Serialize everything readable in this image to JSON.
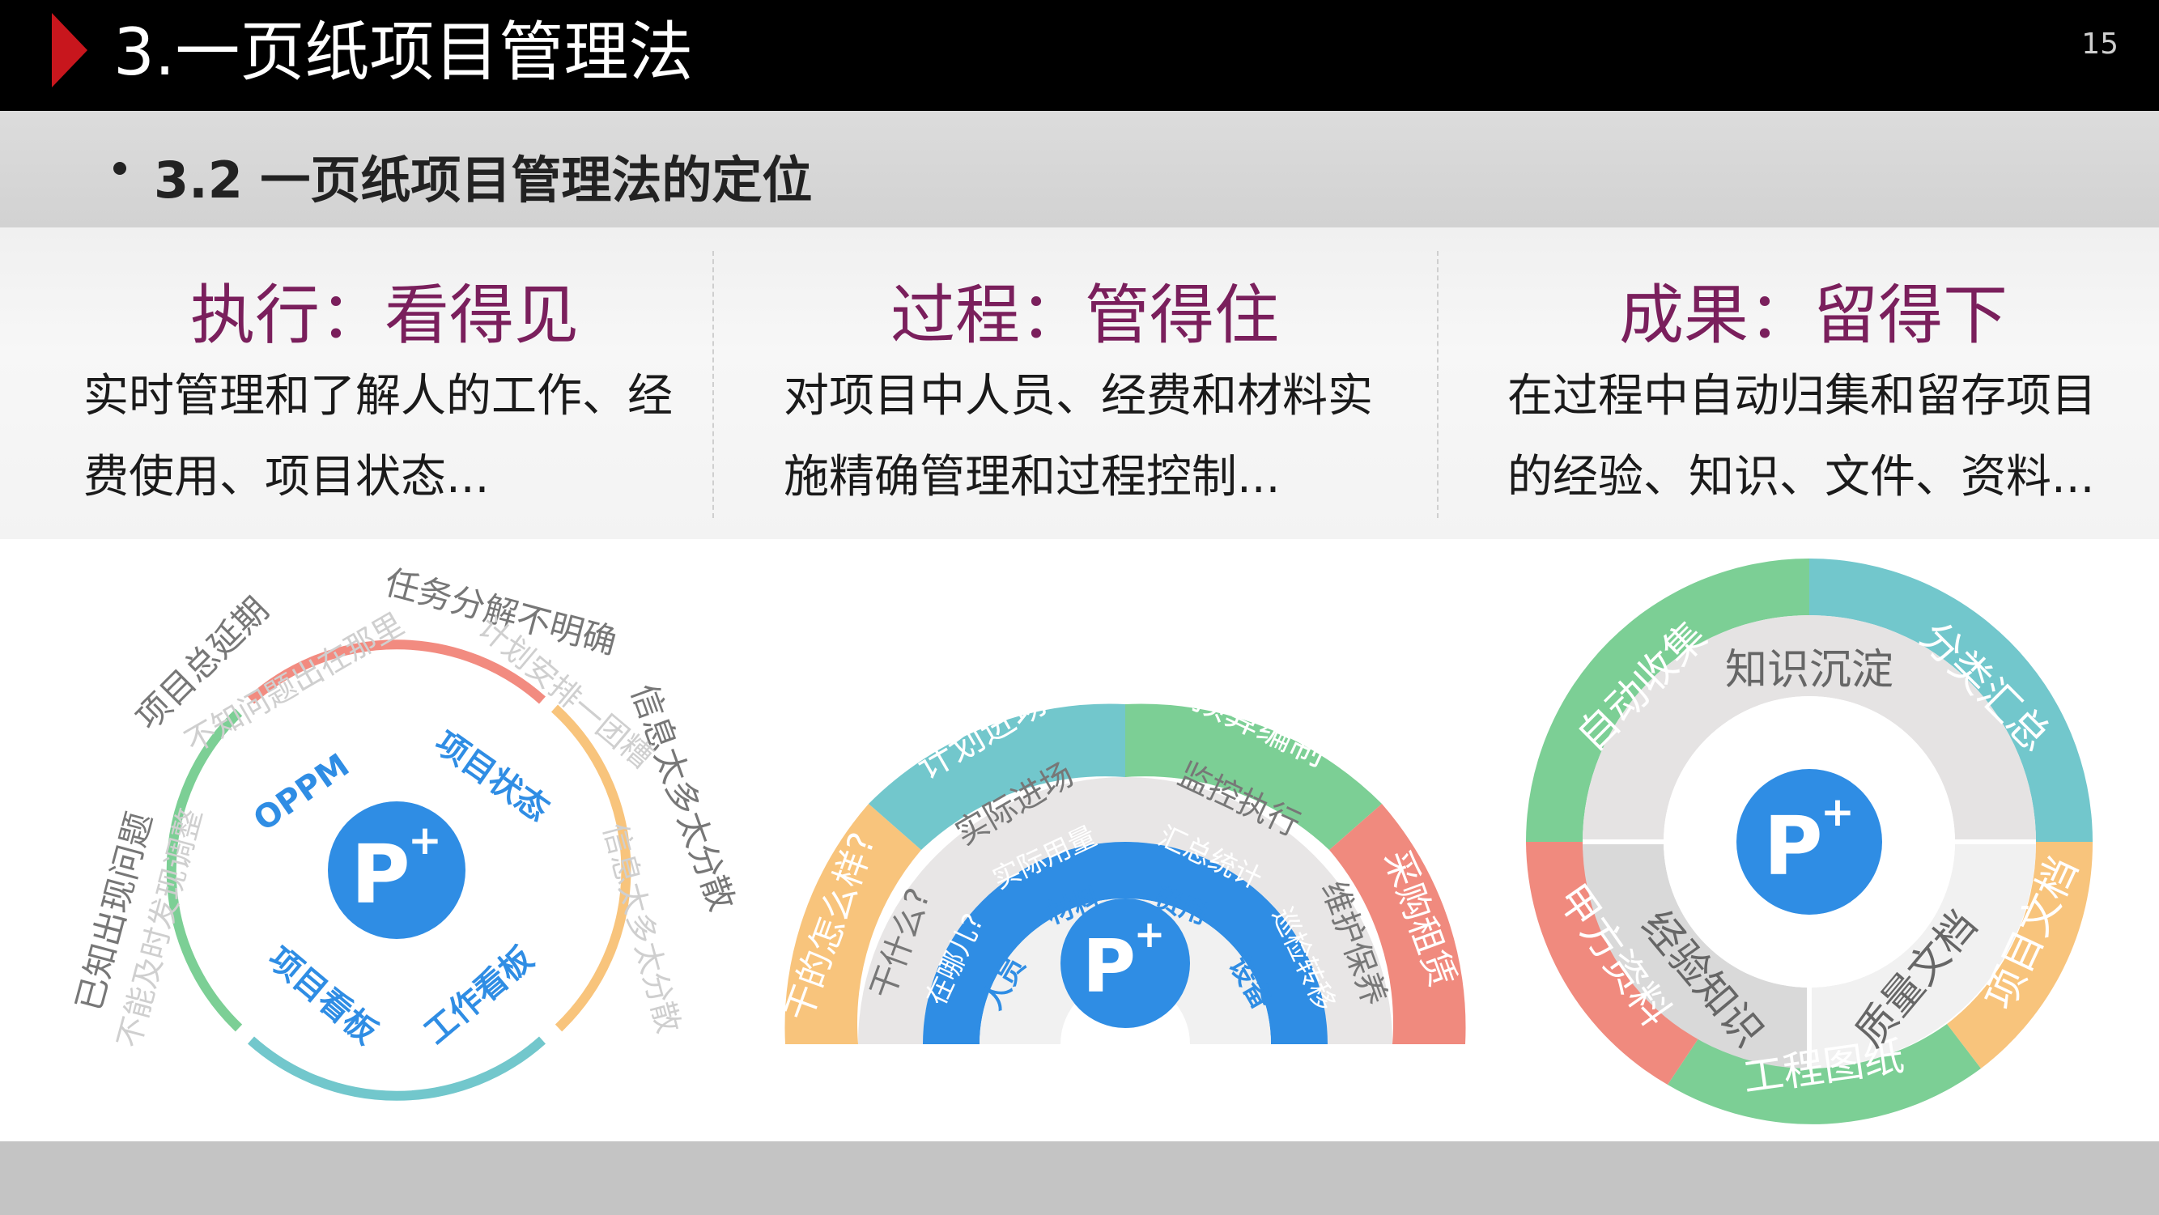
{
  "header": {
    "title": "3.一页纸项目管理法",
    "page_number": "15",
    "subtitle": "3.2 一页纸项目管理法的定位"
  },
  "columns": [
    {
      "title": "执行：看得见",
      "desc_line1": "实时管理和了解人的工作、经",
      "desc_line2": "费使用、项目状态..."
    },
    {
      "title": "过程：管得住",
      "desc_line1": "对项目中人员、经费和材料实",
      "desc_line2": "施精确管理和过程控制..."
    },
    {
      "title": "成果：留得下",
      "desc_line1": "在过程中自动归集和留存项目",
      "desc_line2": "的经验、知识、文件、资料..."
    }
  ],
  "diagram1": {
    "center": "P",
    "inner_labels": [
      "OPPM",
      "项目状态",
      "项目看板",
      "工作看板"
    ],
    "outer_labels": [
      "已知出现问题",
      "项目总延期",
      "任务分解不明确",
      "信息太多太分散"
    ],
    "faded_labels": [
      "不能及时发现调整",
      "不知问题出在那里",
      "计划安排一团糟",
      "信息太多太分散"
    ]
  },
  "diagram2": {
    "center": "P",
    "outer_segments": [
      "干的怎么样?",
      "计划进场",
      "预算编制",
      "采购租赁"
    ],
    "middle_segments": [
      "干什么?",
      "实际进场",
      "监控执行",
      "维护保养"
    ],
    "blue_segments": [
      "在哪儿?",
      "实际用量",
      "汇总统计",
      "巡检转移"
    ],
    "inner_segments": [
      "人员",
      "材料",
      "费用",
      "设备"
    ]
  },
  "diagram3": {
    "center": "P",
    "outer_segments": [
      "自动收集",
      "分类汇总",
      "项目文档",
      "工程图纸",
      "甲方资料"
    ],
    "inner_segments": [
      "知识沉淀",
      "质量文档",
      "经验知识"
    ]
  },
  "colors": {
    "title_accent": "#c8161d",
    "column_title": "#7a1f5c",
    "brand_blue": "#2f8de4",
    "green": "#8fd19e",
    "teal": "#6cc6cf",
    "orange": "#f7c27a",
    "salmon": "#f08a7e",
    "gray_ring": "#e5e3e3",
    "ring_red": "#f28b80",
    "ring_orange": "#f8c47c",
    "ring_teal": "#72c7cc",
    "ring_green": "#7ccf95"
  }
}
